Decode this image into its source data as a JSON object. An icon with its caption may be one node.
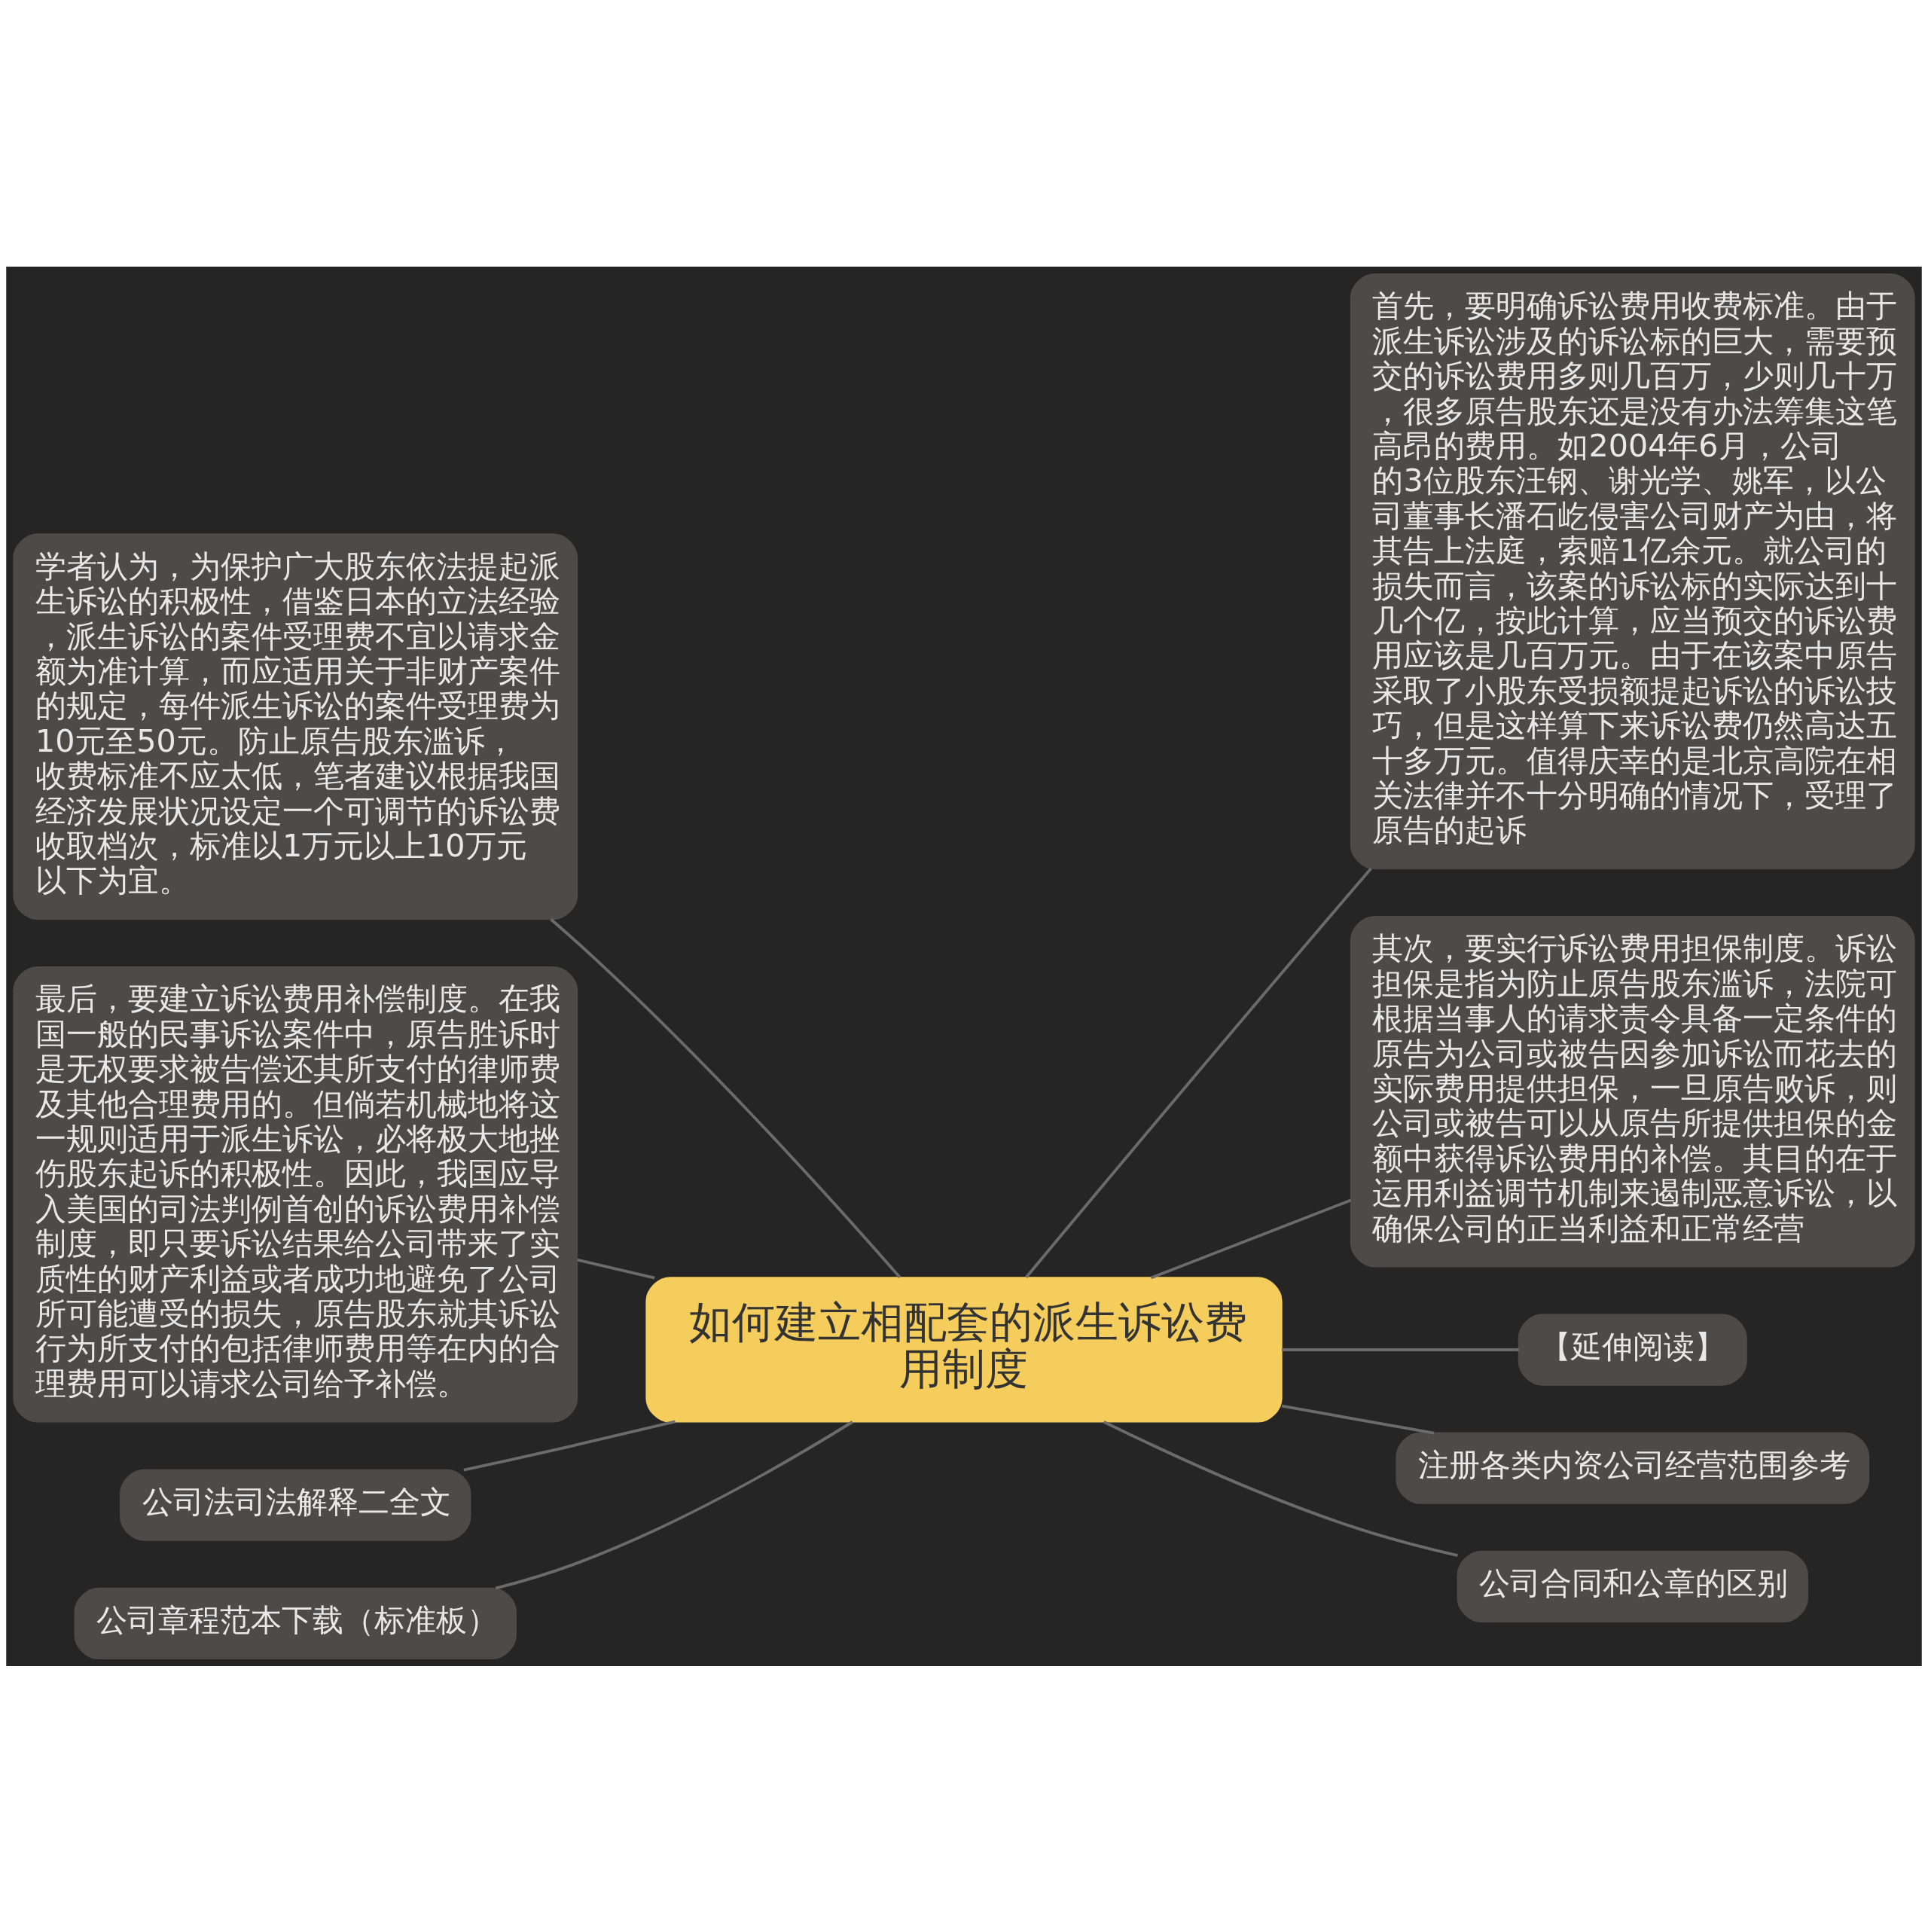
{
  "diagram": {
    "nodes": [
      {
        "text": [
          "如何建立相配套的派生诉讼费用制度"
        ]
      },
      {
        "text": [
          "学者认为，为保护广大股东依法提起派生诉讼的积极性，借鉴日本的立法经验，派生诉讼的案件受理费不宜以请求金额为准计算，而应适用关于非财产案件的规定，每件派生诉讼的案件受理费为10元至50元。防止原告股东滥诉，收费标准不应太低，笔者建议根据我国经济发展状况设定一个可调节的诉讼费收取档次，标准以1万元以上10万元以下为宜。"
        ]
      },
      {
        "text": [
          "最后，要建立诉讼费用补偿制度。在我国一般的民事诉讼案件中，原告胜诉时是无权要求被告偿还其所支付的律师费及其他合理费用的。但倘若机械地将这一规则适用于派生诉讼，必将极大地挫伤股东起诉的积极性。因此，我国应导入美国的司法判例首创的诉讼费用补偿制度，即只要诉讼结果给公司带来了实质性的财产利益或者成功地避免了公司所可能遭受的损失，原告股东就其诉讼行为所支付的包括律师费用等在内的合理费用可以请求公司给予补偿。"
        ]
      },
      {
        "text": [
          "公司法司法解释二全文"
        ]
      },
      {
        "text": [
          "公司章程范本下载（标准板）"
        ]
      },
      {
        "text": [
          "首先，要明确诉讼费用收费标准。由于派生诉讼涉及的诉讼标的巨大，需要预交的诉讼费用多则几百万，少则几十万，很多原告股东还是没有办法筹集这笔高昂的费用。如2004年6月，公司的3位股东汪钢、谢光学、姚军，以公司董事长潘石屹侵害公司财产为由，将其告上法庭，索赔1亿余元。就公司的损失而言，该案的诉讼标的实际达到十几个亿，按此计算，应当预交的诉讼费用应该是几百万元。由于在该案中原告采取了小股东受损额提起诉讼的诉讼技巧，但是这样算下来诉讼费仍然高达五十多万元。值得庆幸的是北京高院在相关法律并不十分明确的情况下，受理了原告的起诉"
        ]
      },
      {
        "text": [
          "其次，要实行诉讼费用担保制度。诉讼担保是指为防止原告股东滥诉，法院可根据当事人的请求责令具备一定条件的原告为公司或被告因参加诉讼而花去的实际费用提供担保，一旦原告败诉，则公司或被告可以从原告所提供担保的金额中获得诉讼费用的补偿。其目的在于运用利益调节机制来遏制恶意诉讼，以确保公司的正当利益和正常经营"
        ]
      },
      {
        "text": [
          "【延伸阅读】"
        ]
      },
      {
        "text": [
          "注册各类内资公司经营范围参考"
        ]
      },
      {
        "text": [
          "公司合同和公章的区别"
        ]
      }
    ],
    "edges": [
      {
        "from": 0,
        "to": 1,
        "arrow": "none"
      },
      {
        "from": 0,
        "to": 2,
        "arrow": "none"
      },
      {
        "from": 0,
        "to": 3,
        "arrow": "none"
      },
      {
        "from": 0,
        "to": 4,
        "arrow": "none"
      },
      {
        "from": 0,
        "to": 5,
        "arrow": "none"
      },
      {
        "from": 0,
        "to": 6,
        "arrow": "none"
      },
      {
        "from": 0,
        "to": 7,
        "arrow": "none"
      },
      {
        "from": 0,
        "to": 8,
        "arrow": "none"
      },
      {
        "from": 0,
        "to": 9,
        "arrow": "none"
      }
    ]
  }
}
